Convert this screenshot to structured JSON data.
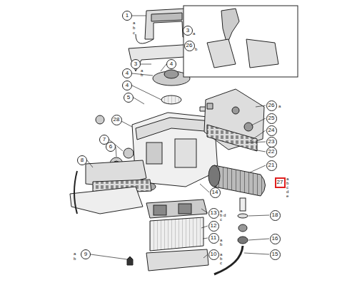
{
  "diagram": {
    "nodes": [
      {
        "text": [
          "1"
        ]
      },
      {
        "text": [
          "3"
        ]
      },
      {
        "text": [
          "4"
        ]
      },
      {
        "text": [
          "4"
        ]
      },
      {
        "text": [
          "4"
        ]
      },
      {
        "text": [
          "5"
        ]
      },
      {
        "text": [
          "3"
        ]
      },
      {
        "text": [
          "26"
        ]
      },
      {
        "text": [
          "26"
        ]
      },
      {
        "text": [
          "25"
        ]
      },
      {
        "text": [
          "24"
        ]
      },
      {
        "text": [
          "23"
        ]
      },
      {
        "text": [
          "22"
        ]
      },
      {
        "text": [
          "21"
        ]
      },
      {
        "text": [
          "27"
        ]
      },
      {
        "text": [
          "28"
        ]
      },
      {
        "text": [
          "7"
        ]
      },
      {
        "text": [
          "6"
        ]
      },
      {
        "text": [
          "8"
        ]
      },
      {
        "text": [
          "14"
        ]
      },
      {
        "text": [
          "13"
        ]
      },
      {
        "text": [
          "12"
        ]
      },
      {
        "text": [
          "11"
        ]
      },
      {
        "text": [
          "9"
        ]
      },
      {
        "text": [
          "10"
        ]
      },
      {
        "text": [
          "18"
        ]
      },
      {
        "text": [
          "16"
        ]
      },
      {
        "text": [
          "15"
        ]
      }
    ],
    "labels": [
      "a",
      "b",
      "c",
      "a",
      "b",
      "a",
      "b",
      "a",
      "a",
      "b",
      "c",
      "d",
      "e",
      "a",
      "b",
      "c",
      "d",
      "a",
      "b",
      "a",
      "b",
      "a",
      "b",
      "c"
    ]
  }
}
